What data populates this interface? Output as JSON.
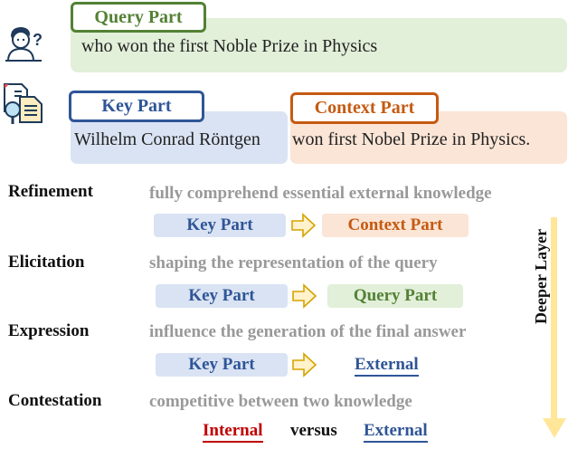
{
  "header": {
    "query": {
      "label": "Query Part",
      "text": "who won the first Noble Prize in Physics",
      "icon": "person-question-icon"
    },
    "evidence": {
      "icon": "document-search-icon",
      "key_label": "Key Part",
      "key_text": "Wilhelm Conrad Röntgen",
      "context_label": "Context Part",
      "context_text": "won first Nobel Prize in Physics."
    }
  },
  "stages": [
    {
      "name": "Refinement",
      "description": "fully comprehend essential external knowledge",
      "from": "Key Part",
      "to": "Context Part"
    },
    {
      "name": "Elicitation",
      "description": "shaping the representation of the query",
      "from": "Key Part",
      "to": "Query Part"
    },
    {
      "name": "Expression",
      "description": "influence the generation of the final answer",
      "from": "Key Part",
      "to": "External"
    },
    {
      "name": "Contestation",
      "description": "competitive between two knowledge",
      "left": "Internal",
      "middle": "versus",
      "right": "External"
    }
  ],
  "axis": {
    "label": "Deeper Layer",
    "icon": "down-arrow-icon"
  },
  "colors": {
    "query_green": "#538135",
    "query_bg": "#e2efd9",
    "key_blue": "#2f5597",
    "key_bg": "#dae3f3",
    "context_orange": "#c55a11",
    "context_bg": "#fbe5d6",
    "internal_red": "#c00000",
    "arrow_yellow": "#ffe699"
  }
}
